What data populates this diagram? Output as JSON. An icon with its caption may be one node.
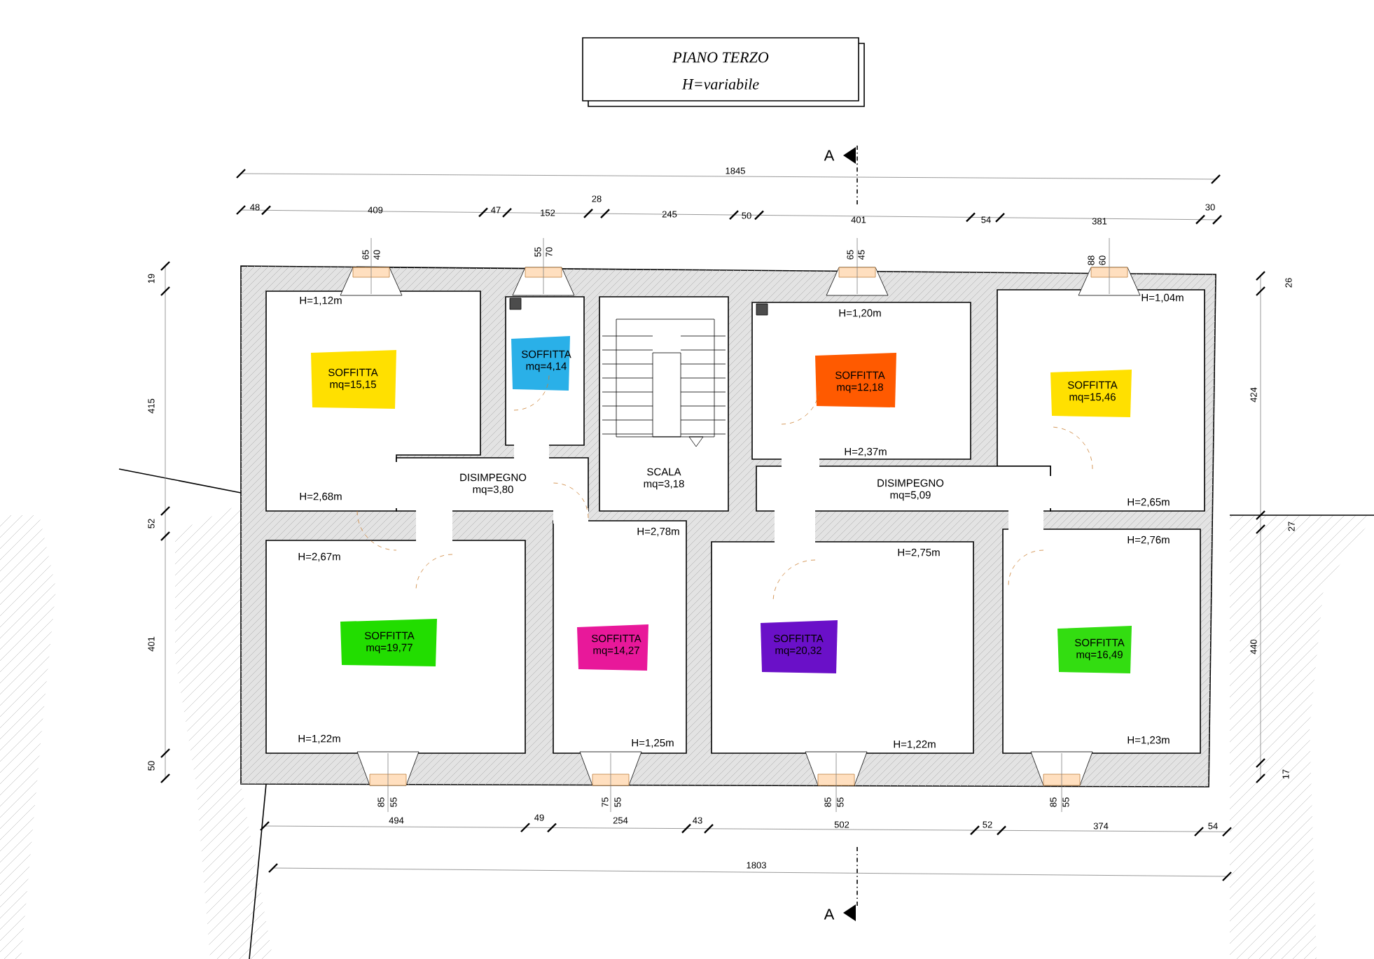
{
  "diagram": {
    "nodes": [
      {
        "text": [
          "PIANO TERZO",
          "H=variabile"
        ]
      },
      {
        "text": [
          "H=1,12m",
          "SOFFITTA mq=15,15",
          "H=2,68m"
        ]
      },
      {
        "text": [
          "SOFFITTA mq=4,14"
        ]
      },
      {
        "text": [
          "SCALA mq=3,18"
        ]
      },
      {
        "text": [
          "H=1,20m",
          "SOFFITTA mq=12,18",
          "H=2,37m"
        ]
      },
      {
        "text": [
          "H=1,04m",
          "SOFFITTA mq=15,46",
          "H=2,65m"
        ]
      },
      {
        "text": [
          "DISIMPEGNO mq=3,80"
        ]
      },
      {
        "text": [
          "DISIMPEGNO mq=5,09"
        ]
      },
      {
        "text": [
          "H=2,67m",
          "SOFFITTA mq=19,77",
          "H=1,22m"
        ]
      },
      {
        "text": [
          "H=2,78m",
          "SOFFITTA mq=14,27",
          "H=1,25m"
        ]
      },
      {
        "text": [
          "H=2,75m",
          "SOFFITTA mq=20,32",
          "H=1,22m"
        ]
      },
      {
        "text": [
          "H=2,76m",
          "SOFFITTA mq=16,49",
          "H=1,23m"
        ]
      }
    ],
    "labels": [
      "A",
      "1845",
      "48",
      "409",
      "47",
      "152",
      "28",
      "245",
      "50",
      "401",
      "54",
      "381",
      "30",
      "65",
      "40",
      "55",
      "70",
      "65",
      "45",
      "88",
      "60",
      "19",
      "415",
      "52",
      "401",
      "50",
      "26",
      "424",
      "27",
      "440",
      "17",
      "85",
      "55",
      "75",
      "55",
      "85",
      "55",
      "85",
      "55",
      "494",
      "49",
      "254",
      "43",
      "502",
      "52",
      "374",
      "54",
      "1803",
      "A"
    ]
  }
}
